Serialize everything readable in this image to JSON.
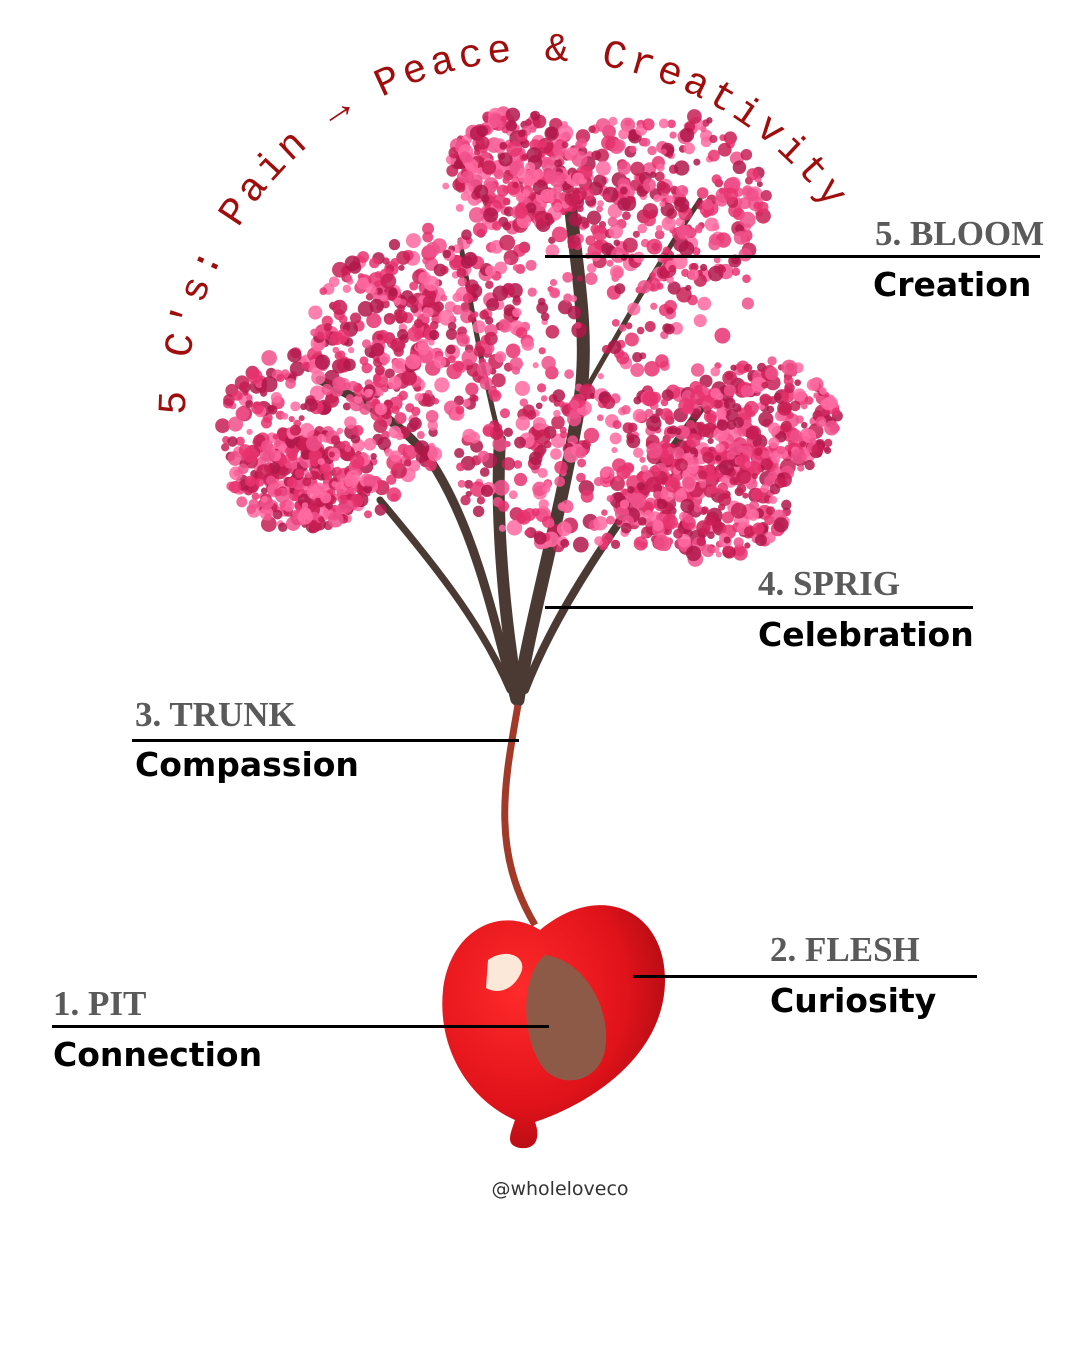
{
  "title": "5 C's: Pain → Peace & Creativity",
  "stages": [
    {
      "heading": "1. PIT",
      "label": "Connection"
    },
    {
      "heading": "2. FLESH",
      "label": "Curiosity"
    },
    {
      "heading": "3. TRUNK",
      "label": "Compassion"
    },
    {
      "heading": "4. SPRIG",
      "label": "Celebration"
    },
    {
      "heading": "5. BLOOM",
      "label": "Creation"
    }
  ],
  "handle": "@wholeloveco",
  "colors": {
    "title": "#a00d0d",
    "blossom": "#e8336f",
    "cherry": "#e0121a",
    "branch": "#4a3a33"
  }
}
